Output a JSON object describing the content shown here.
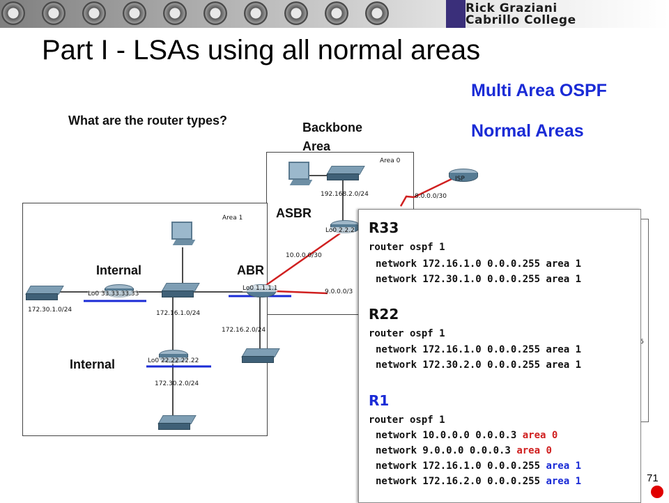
{
  "header": {
    "logo_line1": "Rick Graziani",
    "logo_line2": "Cabrillo College"
  },
  "title": "Part I - LSAs using all normal areas",
  "subtitle1": "Multi Area OSPF",
  "subtitle2": "Normal Areas",
  "question": "What are the router types?",
  "backbone_label": "Backbone Area",
  "roles": {
    "asbr": "ASBR",
    "abr": "ABR",
    "internal_r33": "Internal",
    "internal_r22": "Internal"
  },
  "areas": {
    "area0": "Area 0",
    "area1": "Area 1"
  },
  "networks": {
    "n172_30_1": "172.30.1.0/24",
    "n172_16_1": "172.16.1.0/24",
    "n172_16_2": "172.16.2.0/24",
    "n172_30_2": "172.30.2.0/24",
    "n192_168_2": "192.168.2.0/24",
    "n10": "10.0.0.0/30",
    "n9": "9.0.0.0/3",
    "n8": "8.0.0.0/30",
    "frag_6": "6"
  },
  "loopbacks": {
    "r33": "Lo0 33.33.33.33",
    "r22": "Lo0 22.22.22.22",
    "r1": "Lo0 1.1.1.1",
    "r2": "Lo0 2.2.2"
  },
  "isp_label": "ISP",
  "config": {
    "r33": {
      "name": "R33",
      "cmd": "router ospf 1",
      "lines": [
        "network 172.16.1.0 0.0.0.255 area 1",
        "network 172.30.1.0 0.0.0.255 area 1"
      ]
    },
    "r22": {
      "name": "R22",
      "cmd": "router ospf 1",
      "lines": [
        "network 172.16.1.0 0.0.0.255 area 1",
        "network 172.30.2.0 0.0.0.255 area 1"
      ]
    },
    "r1": {
      "name": "R1",
      "cmd": "router ospf 1",
      "lines": [
        {
          "net": "network 10.0.0.0 0.0.0.3",
          "area": "area 0",
          "color": "#d02020"
        },
        {
          "net": "network 9.0.0.0 0.0.0.3",
          "area": "area 0",
          "color": "#d02020"
        },
        {
          "net": "network 172.16.1.0 0.0.0.255",
          "area": "area 1",
          "color": "#1a2bd6"
        },
        {
          "net": "network 172.16.2.0 0.0.0.255",
          "area": "area 1",
          "color": "#1a2bd6"
        }
      ]
    }
  },
  "slide_number": "71",
  "colors": {
    "accent_blue": "#1a2bd6",
    "area0_red": "#d02020",
    "link_blue": "#1a2bd6"
  }
}
